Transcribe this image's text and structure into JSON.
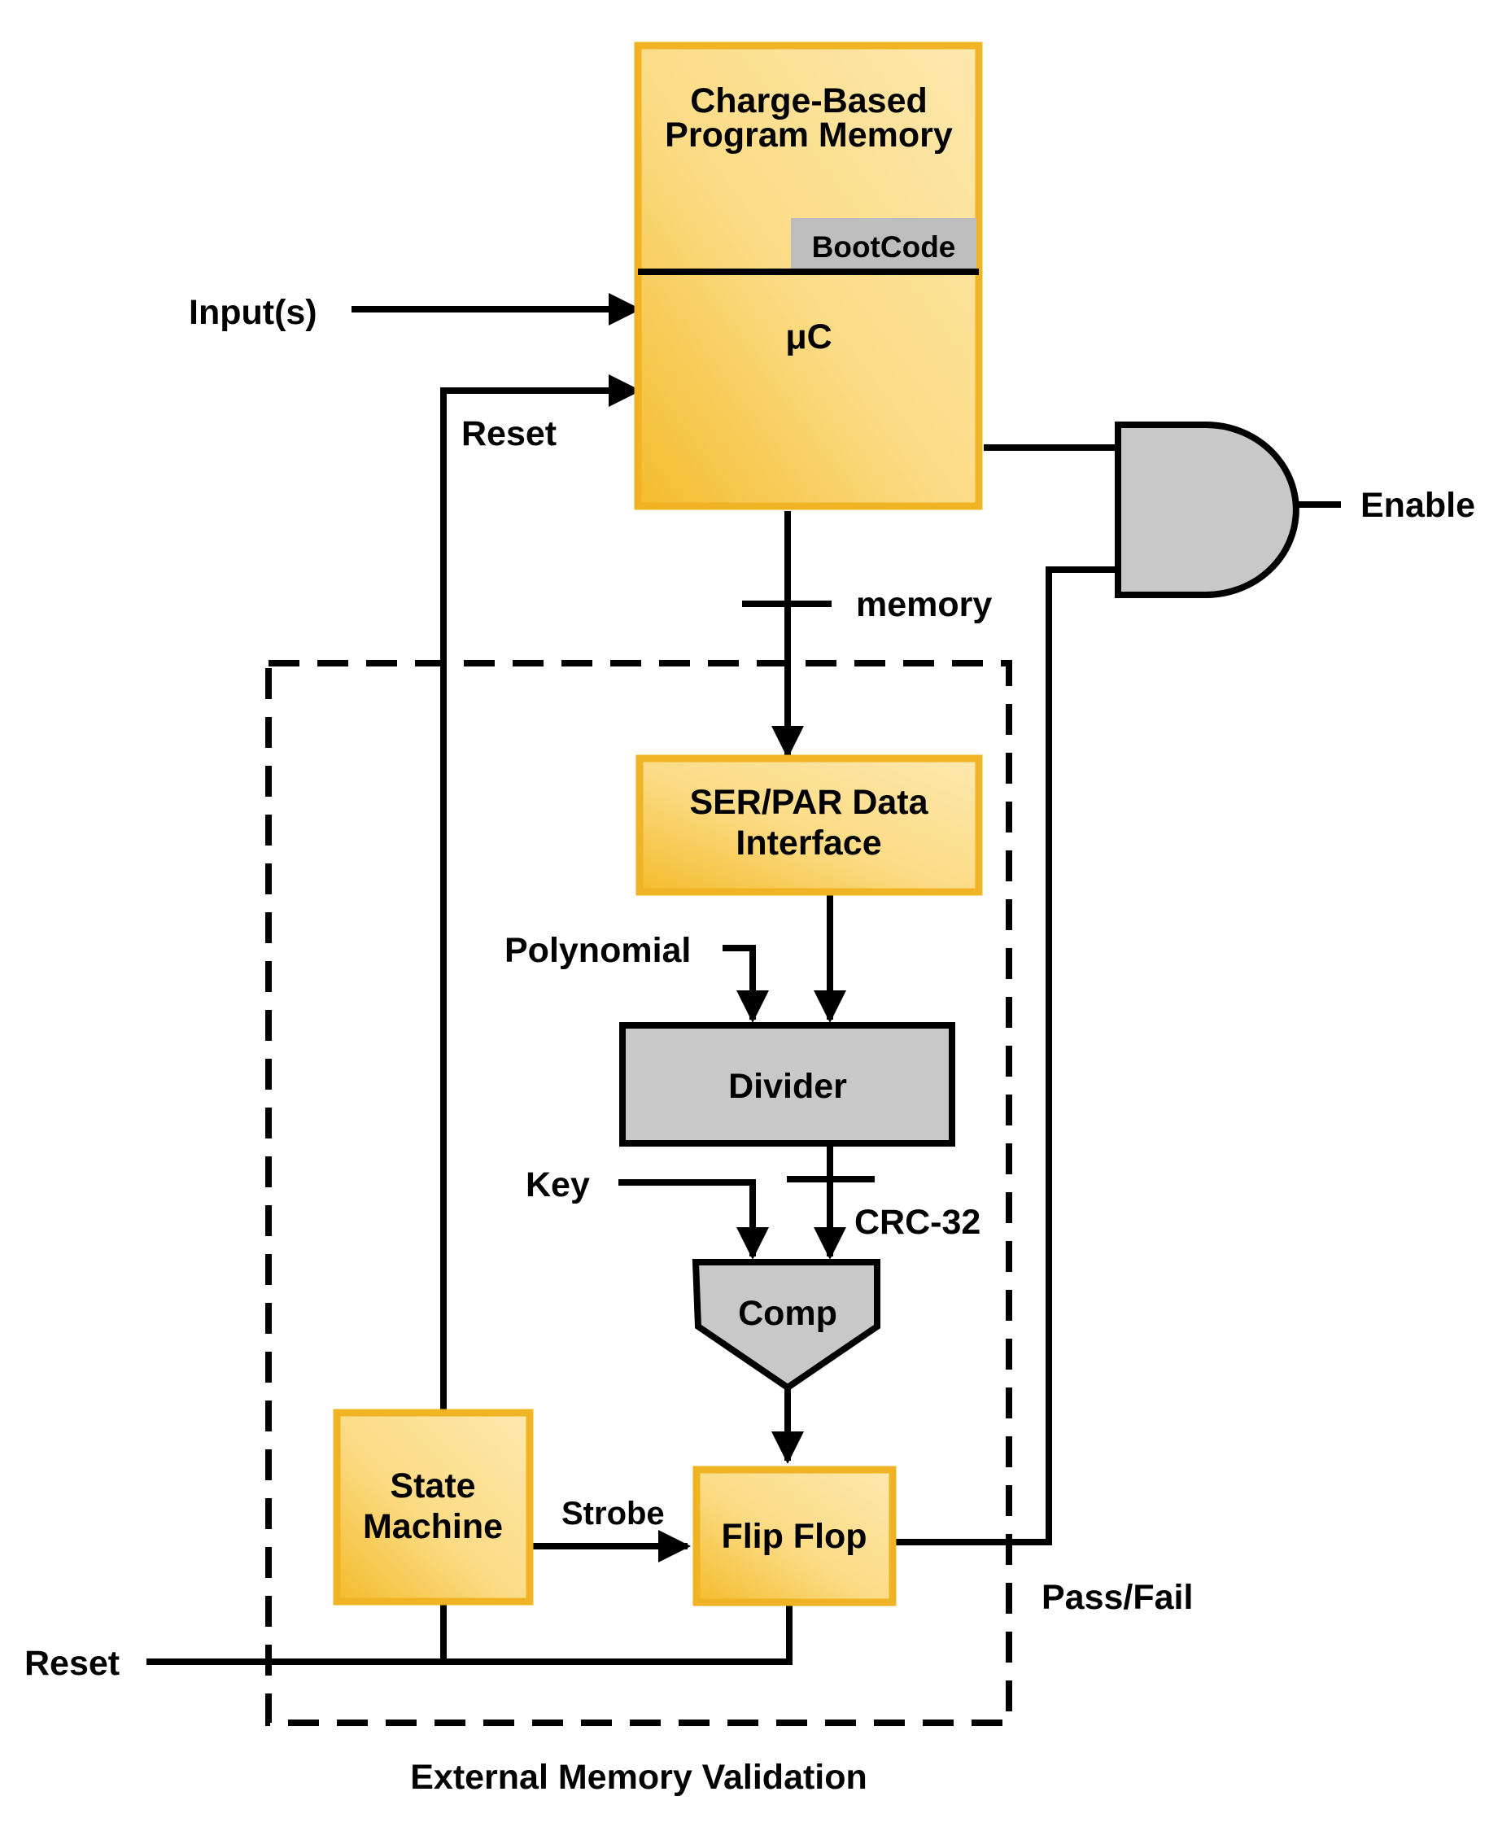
{
  "blocks": {
    "program_memory": "Charge-Based Program Memory",
    "program_memory_line1": "Charge-Based",
    "program_memory_line2": "Program Memory",
    "bootcode": "BootCode",
    "microcontroller": "μC",
    "ser_par_line1": "SER/PAR Data",
    "ser_par_line2": "Interface",
    "divider": "Divider",
    "comparator": "Comp",
    "state_machine_line1": "State",
    "state_machine_line2": "Machine",
    "flip_flop": "Flip Flop"
  },
  "signals": {
    "inputs": "Input(s)",
    "reset_top": "Reset",
    "memory": "memory",
    "enable": "Enable",
    "polynomial": "Polynomial",
    "key": "Key",
    "crc": "CRC-32",
    "strobe": "Strobe",
    "pass_fail": "Pass/Fail",
    "reset_bottom": "Reset"
  },
  "group_label": "External Memory Validation",
  "colors": {
    "gold_border": "#f0b323",
    "gold_fill_light": "#fde7a6",
    "gold_fill_dark": "#f6c645",
    "gray_fill": "#c8c8c8",
    "bootcode_fill": "#bdbdbd",
    "line": "#000000"
  }
}
